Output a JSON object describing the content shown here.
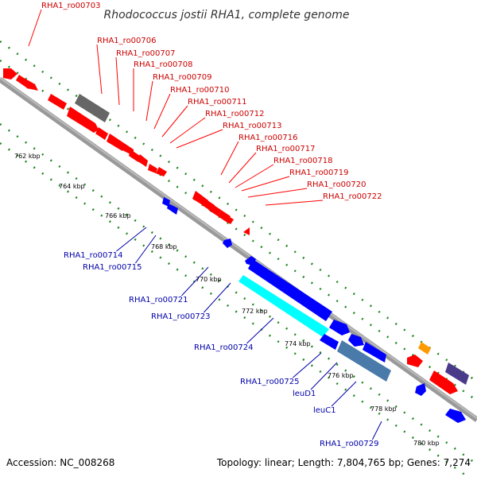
{
  "title": "Rhodococcus jostii RHA1, complete genome",
  "footer": {
    "accession": "Accession: NC_008268",
    "summary": "Topology: linear; Length: 7,804,765 bp; Genes: 7,274"
  },
  "colors": {
    "forward": "#ff0000",
    "forward_text": "#cc0000",
    "reverse": "#0000ff",
    "reverse_text": "#0000aa",
    "backbone": "#888888",
    "tick": "#228822",
    "highlight_cyan": "#00ffff",
    "highlight_steel": "#4a7aaa",
    "orange": "#ff9900",
    "purple": "#4a3a8a",
    "grey": "#666666"
  },
  "kbp_labels": [
    "762 kbp",
    "764 kbp",
    "766 kbp",
    "768 kbp",
    "770 kbp",
    "772 kbp",
    "774 kbp",
    "776 kbp",
    "778 kbp",
    "780 kbp"
  ],
  "forward_labels": [
    "RHA1_ro00703",
    "RHA1_ro00706",
    "RHA1_ro00707",
    "RHA1_ro00708",
    "RHA1_ro00709",
    "RHA1_ro00710",
    "RHA1_ro00711",
    "RHA1_ro00712",
    "RHA1_ro00713",
    "RHA1_ro00716",
    "RHA1_ro00717",
    "RHA1_ro00718",
    "RHA1_ro00719",
    "RHA1_ro00720",
    "RHA1_ro00722"
  ],
  "reverse_labels": [
    "RHA1_ro00714",
    "RHA1_ro00715",
    "RHA1_ro00721",
    "RHA1_ro00723",
    "RHA1_ro00724",
    "RHA1_ro00725",
    "leuD1",
    "leuC1",
    "RHA1_ro00729"
  ]
}
